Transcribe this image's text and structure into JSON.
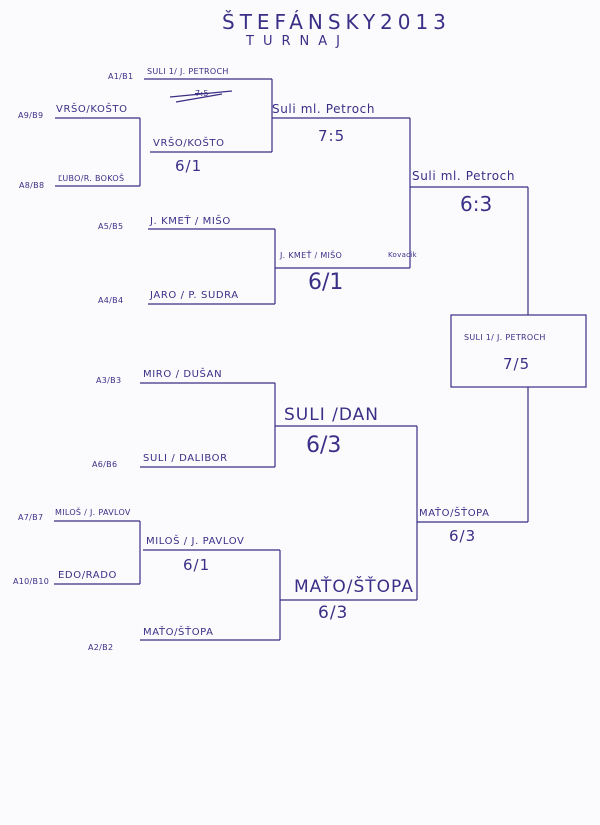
{
  "title": "ŠTEFÁNSKY",
  "year": "2013",
  "subtitle": "TURNAJ",
  "ink_color": "#3a2f86",
  "round1": {
    "seed_a1": "A1/B1",
    "team_a1": "SULI  1/ J. PETROCH",
    "struck_note": "7:5",
    "seed_a9": "A9/B9",
    "team_a9": "VRŠO/KOŠTO",
    "seed_a8": "A8/B8",
    "team_a8": "ĽUBO/R. BOKOŠ",
    "winner_a9a8": "VRŠO/KOŠTO",
    "score_a9a8": "6/1",
    "seed_a5": "A5/B5",
    "team_a5": "J. KMEŤ / MIŠO",
    "seed_a4": "A4/B4",
    "team_a4": "JARO / P. SUDRA",
    "seed_a3": "A3/B3",
    "team_a3": "MIRO / DUŠAN",
    "seed_a6": "A6/B6",
    "team_a6": "SULI / DALIBOR",
    "seed_a7": "A7/B7",
    "team_a7": "MILOŠ / J. PAVLOV",
    "seed_a10": "A10/B10",
    "team_a10": "EDO/RADO",
    "winner_a7a10": "MILOŠ / J. PAVLOV",
    "score_a7a10": "6/1",
    "seed_a2": "A2/B2",
    "team_a2": "MAŤO/ŠŤOPA"
  },
  "round2": {
    "w1": "Suli ml. Petroch",
    "s1": "7:5",
    "w2": "J. KMEŤ / MIŠO",
    "w2_extra": "Kovacik",
    "s2": "6/1",
    "w3": "SULI /DAN",
    "s3": "6/3",
    "w4": "MAŤO/ŠŤOPA",
    "s4": "6/3"
  },
  "semis": {
    "w_top": "Suli ml. Petroch",
    "s_top": "6:3",
    "w_bottom": "MAŤO/ŠŤOPA",
    "s_bottom": "6/3"
  },
  "final": {
    "winner": "SULI  1/ J. PETROCH",
    "score": "7/5"
  }
}
